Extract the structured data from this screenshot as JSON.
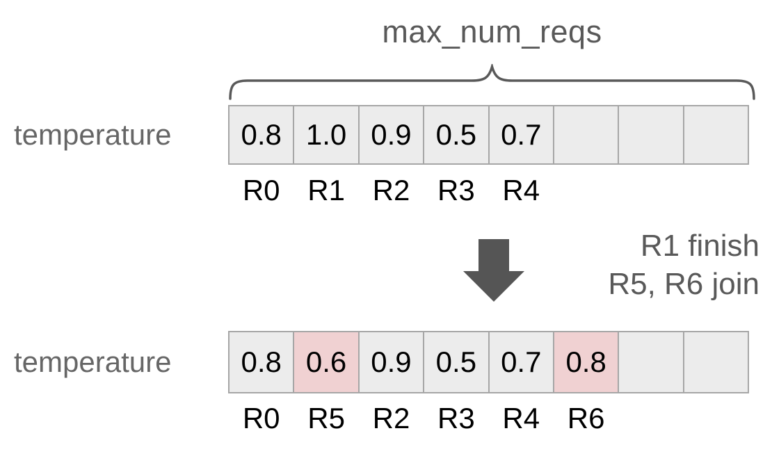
{
  "title": "max_num_reqs",
  "colors": {
    "cell_bg": "#ececec",
    "cell_highlight_bg": "#f0d1d2",
    "cell_border": "#a6a6a6",
    "cell_text": "#000000",
    "label_text": "#666666",
    "muted_text": "#595959",
    "arrow_fill": "#555555"
  },
  "rows": [
    {
      "label": "temperature",
      "cells": [
        {
          "value": "0.8",
          "highlighted": false
        },
        {
          "value": "1.0",
          "highlighted": false
        },
        {
          "value": "0.9",
          "highlighted": false
        },
        {
          "value": "0.5",
          "highlighted": false
        },
        {
          "value": "0.7",
          "highlighted": false
        },
        {
          "value": "",
          "highlighted": false
        },
        {
          "value": "",
          "highlighted": false
        },
        {
          "value": "",
          "highlighted": false
        }
      ],
      "req_labels": [
        "R0",
        "R1",
        "R2",
        "R3",
        "R4"
      ]
    },
    {
      "label": "temperature",
      "cells": [
        {
          "value": "0.8",
          "highlighted": false
        },
        {
          "value": "0.6",
          "highlighted": true
        },
        {
          "value": "0.9",
          "highlighted": false
        },
        {
          "value": "0.5",
          "highlighted": false
        },
        {
          "value": "0.7",
          "highlighted": false
        },
        {
          "value": "0.8",
          "highlighted": true
        },
        {
          "value": "",
          "highlighted": false
        },
        {
          "value": "",
          "highlighted": false
        }
      ],
      "req_labels": [
        "R0",
        "R5",
        "R2",
        "R3",
        "R4",
        "R6"
      ]
    }
  ],
  "transition": {
    "arrow_icon": "down-arrow",
    "note_lines": [
      "R1 finish",
      "R5, R6 join"
    ]
  }
}
